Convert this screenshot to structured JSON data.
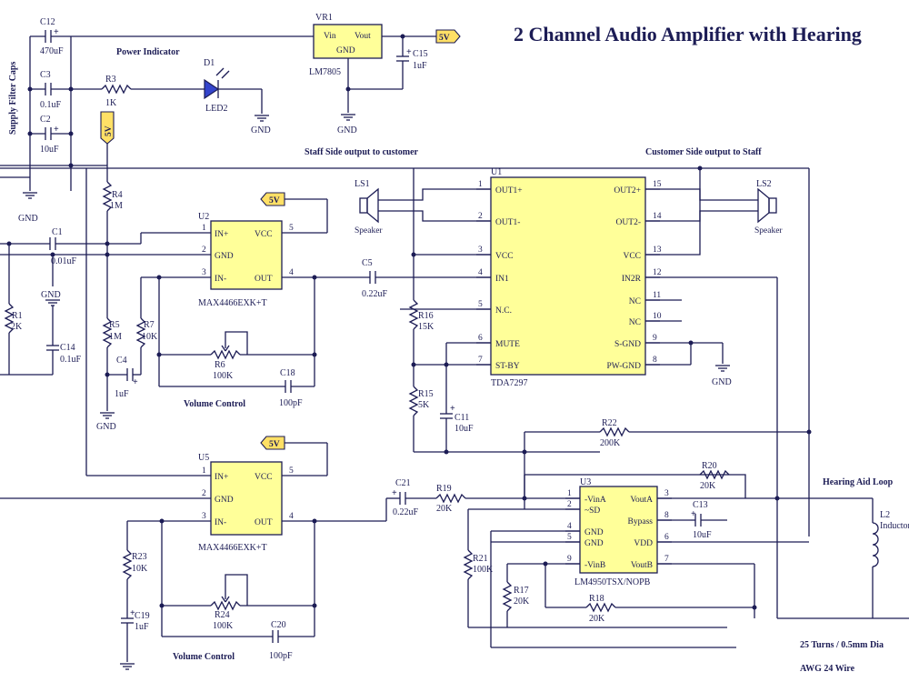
{
  "title": "2 Channel Audio Amplifier with Hearing",
  "side_label": "Supply Filter Caps",
  "power_indicator_label": "Power Indicator",
  "staff_side_label": "Staff Side output to customer",
  "customer_side_label": "Customer Side output to Staff",
  "hearing_loop_label": "Hearing Aid Loop",
  "volume_control_label": "Volume Control",
  "coil_note_1": "25 Turns / 0.5mm Dia",
  "coil_note_2": "AWG 24 Wire",
  "gnd": "GND",
  "v5": "5V",
  "vr1": {
    "ref": "VR1",
    "part": "LM7805",
    "vin": "Vin",
    "vout": "Vout",
    "gnd": "GND"
  },
  "caps": {
    "C12": {
      "ref": "C12",
      "val": "470uF"
    },
    "C3": {
      "ref": "C3",
      "val": "0.1uF"
    },
    "C2": {
      "ref": "C2",
      "val": "10uF"
    },
    "C15": {
      "ref": "C15",
      "val": "1uF"
    },
    "C1": {
      "ref": "C1",
      "val": "0.01uF"
    },
    "C14": {
      "ref": "C14",
      "val": "0.1uF"
    },
    "C4": {
      "ref": "C4",
      "val": "1uF"
    },
    "C18": {
      "ref": "C18",
      "val": "100pF"
    },
    "C5": {
      "ref": "C5",
      "val": "0.22uF"
    },
    "C11": {
      "ref": "C11",
      "val": "10uF"
    },
    "C21": {
      "ref": "C21",
      "val": "0.22uF"
    },
    "C13": {
      "ref": "C13",
      "val": "10uF"
    },
    "C19": {
      "ref": "C19",
      "val": "1uF"
    },
    "C20": {
      "ref": "C20",
      "val": "100pF"
    }
  },
  "res": {
    "R3": {
      "ref": "R3",
      "val": "1K"
    },
    "R4": {
      "ref": "R4",
      "val": "1M"
    },
    "R1": {
      "ref": "R1",
      "val": "2K"
    },
    "R5": {
      "ref": "R5",
      "val": "1M"
    },
    "R7": {
      "ref": "R7",
      "val": "10K"
    },
    "R6": {
      "ref": "R6",
      "val": "100K"
    },
    "R16": {
      "ref": "R16",
      "val": "15K"
    },
    "R15": {
      "ref": "R15",
      "val": "5K"
    },
    "R22": {
      "ref": "R22",
      "val": "200K"
    },
    "R20": {
      "ref": "R20",
      "val": "20K"
    },
    "R19": {
      "ref": "R19",
      "val": "20K"
    },
    "R21": {
      "ref": "R21",
      "val": "100K"
    },
    "R17": {
      "ref": "R17",
      "val": "20K"
    },
    "R18": {
      "ref": "R18",
      "val": "20K"
    },
    "R23": {
      "ref": "R23",
      "val": "10K"
    },
    "R24": {
      "ref": "R24",
      "val": "100K"
    }
  },
  "d1": {
    "ref": "D1",
    "val": "LED2"
  },
  "ls1": {
    "ref": "LS1",
    "val": "Speaker"
  },
  "ls2": {
    "ref": "LS2",
    "val": "Speaker"
  },
  "l2": {
    "ref": "L2",
    "val": "Inductor"
  },
  "u2": {
    "ref": "U2",
    "part": "MAX4466EXK+T",
    "pins": {
      "p1": "IN+",
      "p2": "GND",
      "p3": "IN-",
      "p4": "OUT",
      "p5": "VCC"
    }
  },
  "u5": {
    "ref": "U5",
    "part": "MAX4466EXK+T",
    "pins": {
      "p1": "IN+",
      "p2": "GND",
      "p3": "IN-",
      "p4": "OUT",
      "p5": "VCC"
    }
  },
  "u1": {
    "ref": "U1",
    "part": "TDA7297",
    "left": [
      "OUT1+",
      "OUT1-",
      "VCC",
      "IN1",
      "N.C.",
      "MUTE",
      "ST-BY"
    ],
    "left_nums": [
      "1",
      "2",
      "3",
      "4",
      "5",
      "6",
      "7"
    ],
    "right": [
      "OUT2+",
      "OUT2-",
      "VCC",
      "IN2R",
      "NC",
      "NC",
      "S-GND",
      "PW-GND"
    ],
    "right_nums": [
      "15",
      "14",
      "13",
      "12",
      "11",
      "10",
      "9",
      "8"
    ]
  },
  "u3": {
    "ref": "U3",
    "part": "LM4950TSX/NOPB",
    "left": [
      "-VinA",
      "~SD",
      "GND",
      "GND",
      "-VinB"
    ],
    "left_nums": [
      "1",
      "2",
      "4",
      "5",
      "9"
    ],
    "right": [
      "VoutA",
      "Bypass",
      "VDD",
      "VoutB"
    ],
    "right_nums": [
      "3",
      "8",
      "6",
      "7"
    ]
  }
}
